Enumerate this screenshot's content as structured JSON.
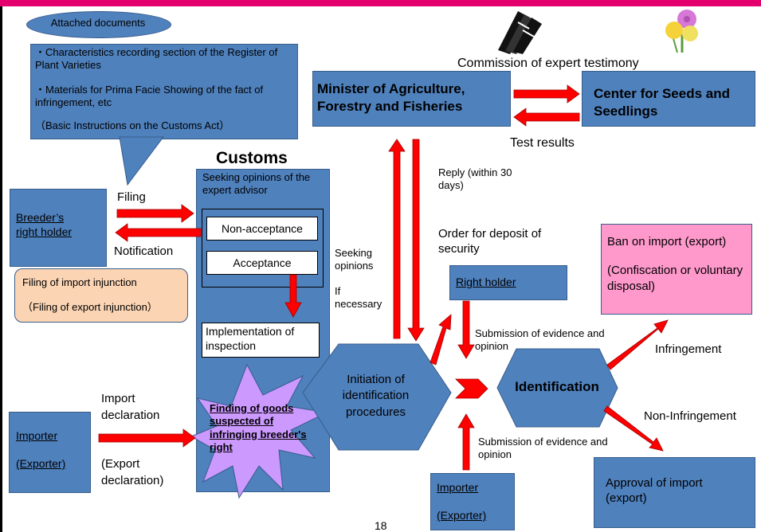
{
  "colors": {
    "top_bar": "#e3006e",
    "box_blue": "#4f81bd",
    "arrow_red": "#ff0000",
    "orange_box": "#fbd4b4",
    "pink_box": "#ff99cc",
    "star": "#cc99ff"
  },
  "icons": [
    "documents-icon",
    "flower-icon"
  ],
  "attached": {
    "title": "Attached documents",
    "item1": "・Characteristics recording section  of the Register of Plant Varieties",
    "item2": "・Materials for Prima Facie Showing of the fact of infringement, etc",
    "item3": "（Basic Instructions on the Customs Act）"
  },
  "commission": "Commission of expert testimony",
  "minister": "Minister of Agriculture, Forestry and Fisheries",
  "center": "Center for Seeds and Seedlings",
  "test_results": "Test results",
  "customs": {
    "title": "Customs",
    "seeking": "Seeking opinions of the expert advisor",
    "non_acceptance": "Non-acceptance",
    "acceptance": "Acceptance",
    "implementation": "Implementation of inspection",
    "finding": "Finding of goods suspected of infringing breeder's right"
  },
  "breeder": {
    "label": "Breeder’s right holder",
    "filing": "Filing",
    "notification": "Notification"
  },
  "injunction": {
    "line1": "Filing of import injunction",
    "line2": "（Filing of export injunction）"
  },
  "reply": "Reply (within 30 days)",
  "seeking_opinions": "Seeking opinions",
  "if_necessary": "If necessary",
  "order": "Order for deposit of security",
  "right_holder": "Right holder",
  "submission_top": "Submission of evidence and opinion",
  "submission_bottom": "Submission of evidence and opinion",
  "initiation": "Initiation of identification procedures",
  "identification": "Identification",
  "infringement": "Infringement",
  "non_infringement": "Non-Infringement",
  "ban": {
    "line1": "Ban on import (export)",
    "line2": "(Confiscation or voluntary disposal)"
  },
  "approval": "Approval of import (export)",
  "importer_left": {
    "line1": "Importer",
    "line2": "(Exporter)",
    "decl1": "Import declaration",
    "decl2": "(Export declaration)"
  },
  "importer_bottom": {
    "line1": "Importer",
    "line2": "(Exporter)"
  },
  "page_number": "18"
}
